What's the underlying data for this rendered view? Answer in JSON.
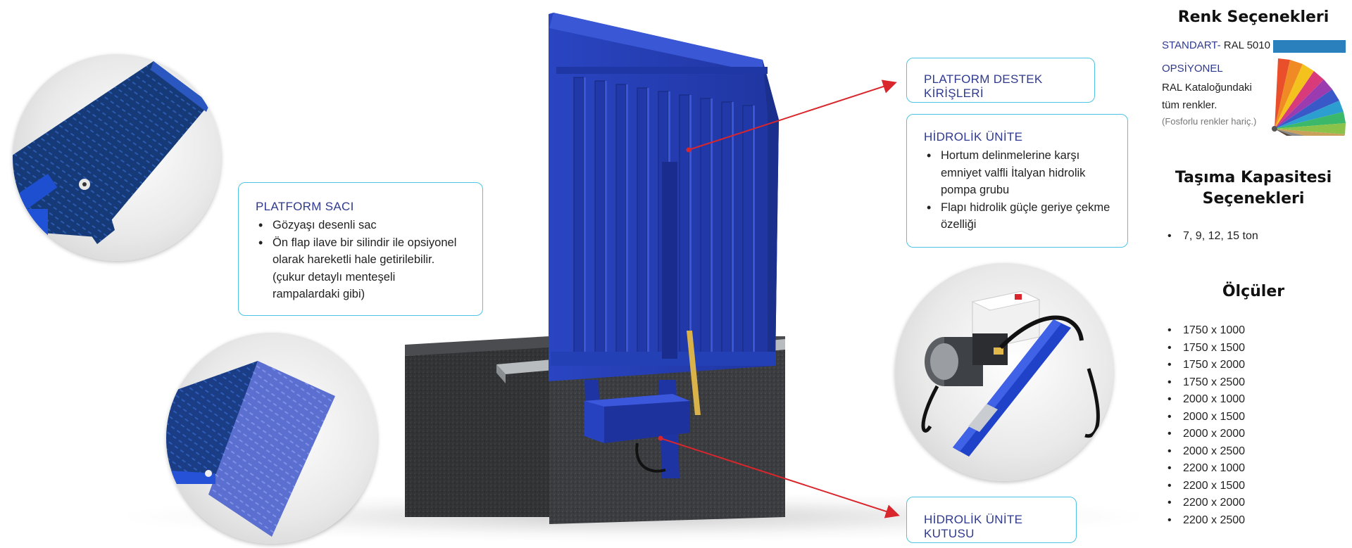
{
  "callouts": {
    "platform_saci": {
      "title": "PLATFORM SACI",
      "items": [
        "Gözyaşı desenli sac",
        "Ön flap ilave bir silindir ile opsiyonel olarak hareketli hale getirilebilir. (çukur detaylı menteşeli rampalardaki gibi)"
      ]
    },
    "destek_kirisleri": {
      "title": "PLATFORM DESTEK KİRİŞLERİ"
    },
    "hidrolik_unite": {
      "title": "HİDROLİK ÜNİTE",
      "items": [
        "Hortum delinmelerine karşı emniyet valfli İtalyan hidrolik pompa grubu",
        "Flapı hidrolik güçle geriye çekme özelliği"
      ]
    },
    "hidrolik_kutusu": {
      "title": "HİDROLİK ÜNİTE KUTUSU"
    }
  },
  "sidebar": {
    "renk": {
      "heading": "Renk Seçenekleri",
      "standart_label": "STANDART-",
      "standart_value": "RAL 5010",
      "standart_color": "#2a7fbd",
      "opsiyonel_label": "OPSİYONEL",
      "opsiyonel_desc": "RAL Kataloğundaki tüm renkler.",
      "opsiyonel_note": "(Fosforlu renkler hariç.)"
    },
    "tasima": {
      "heading": "Taşıma Kapasitesi Seçenekleri",
      "items": [
        "7, 9, 12, 15 ton"
      ]
    },
    "olculer": {
      "heading": "Ölçüler",
      "items": [
        "1750 x 1000",
        "1750 x 1500",
        "1750 x 2000",
        "1750 x 2500",
        "2000 x 1000",
        "2000 x 1500",
        "2000 x 2000",
        "2000 x 2500",
        "2200 x 1000",
        "2200 x 1500",
        "2200 x 2000",
        "2200 x 2500"
      ]
    }
  },
  "colors": {
    "ramp_blue": "#2b44b8",
    "accent_blue": "#2f3a8f",
    "callout_border": "#4fc3e3",
    "pointer_red": "#d9262c"
  }
}
